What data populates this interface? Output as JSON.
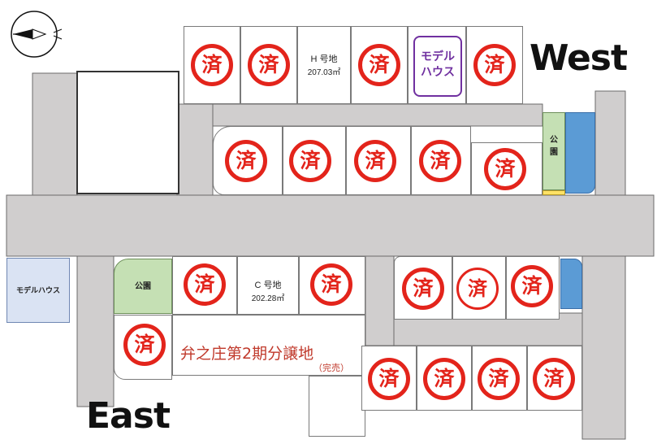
{
  "directions": {
    "west": "West",
    "east": "East"
  },
  "lots": {
    "h_name": "H 号地",
    "h_area": "207.03㎡",
    "c_name": "C 号地",
    "c_area": "202.28㎡"
  },
  "sold_mark": "済",
  "model_house_top": "モデル\nハウス",
  "model_house_left": "モデルハウス",
  "park_label": "公園",
  "park_label_vertical": "公\n園",
  "development_name": "弁之庄第2期分譲地",
  "development_status": "（完売）",
  "colors": {
    "sold_red": "#e3241b",
    "road": "#d0cece",
    "park": "#c5e0b4",
    "water": "#5b9bd5",
    "model_border": "#7030a0"
  },
  "icons": {
    "compass": "north-arrow-icon"
  }
}
